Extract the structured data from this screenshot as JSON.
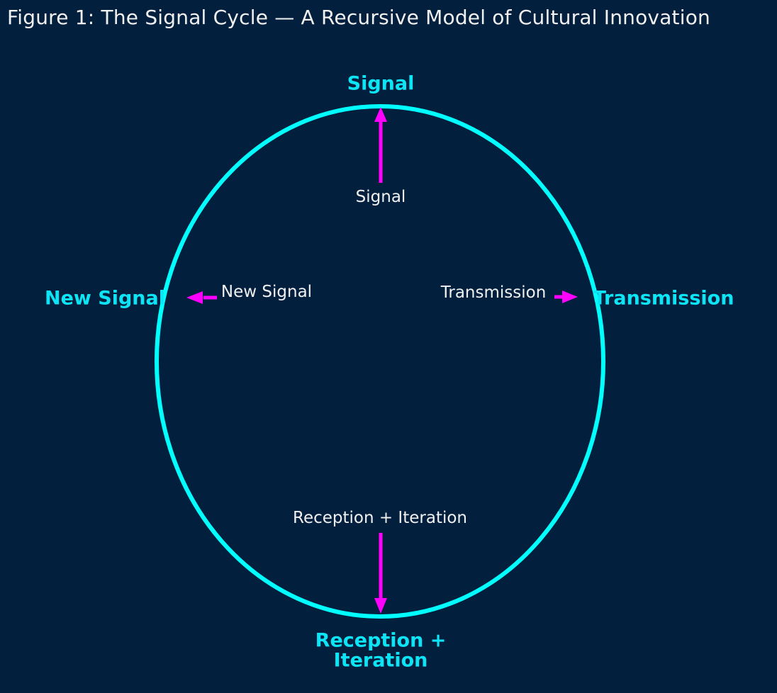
{
  "title": "Figure 1: The Signal Cycle — A Recursive Model of Cultural Innovation",
  "colors": {
    "background": "#02203E",
    "circle": "#00FFFF",
    "arrow": "#FF00FF",
    "node_label": "#0DE4F5",
    "inner_label": "#F0F0F0",
    "title_color": "#F0F0F0"
  },
  "diagram": {
    "type": "cycle",
    "nodes": [
      {
        "id": "signal",
        "label": "Signal",
        "position": "top"
      },
      {
        "id": "transmission",
        "label": "Transmission",
        "position": "right"
      },
      {
        "id": "reception-iteration",
        "label": "Reception +\nIteration",
        "position": "bottom"
      },
      {
        "id": "new-signal",
        "label": "New Signal",
        "position": "left"
      }
    ],
    "arrows": [
      {
        "id": "signal",
        "label": "Signal",
        "direction": "up"
      },
      {
        "id": "transmission",
        "label": "Transmission",
        "direction": "right"
      },
      {
        "id": "reception-iteration",
        "label": "Reception + Iteration",
        "direction": "down"
      },
      {
        "id": "new-signal",
        "label": "New Signal",
        "direction": "left"
      }
    ]
  }
}
